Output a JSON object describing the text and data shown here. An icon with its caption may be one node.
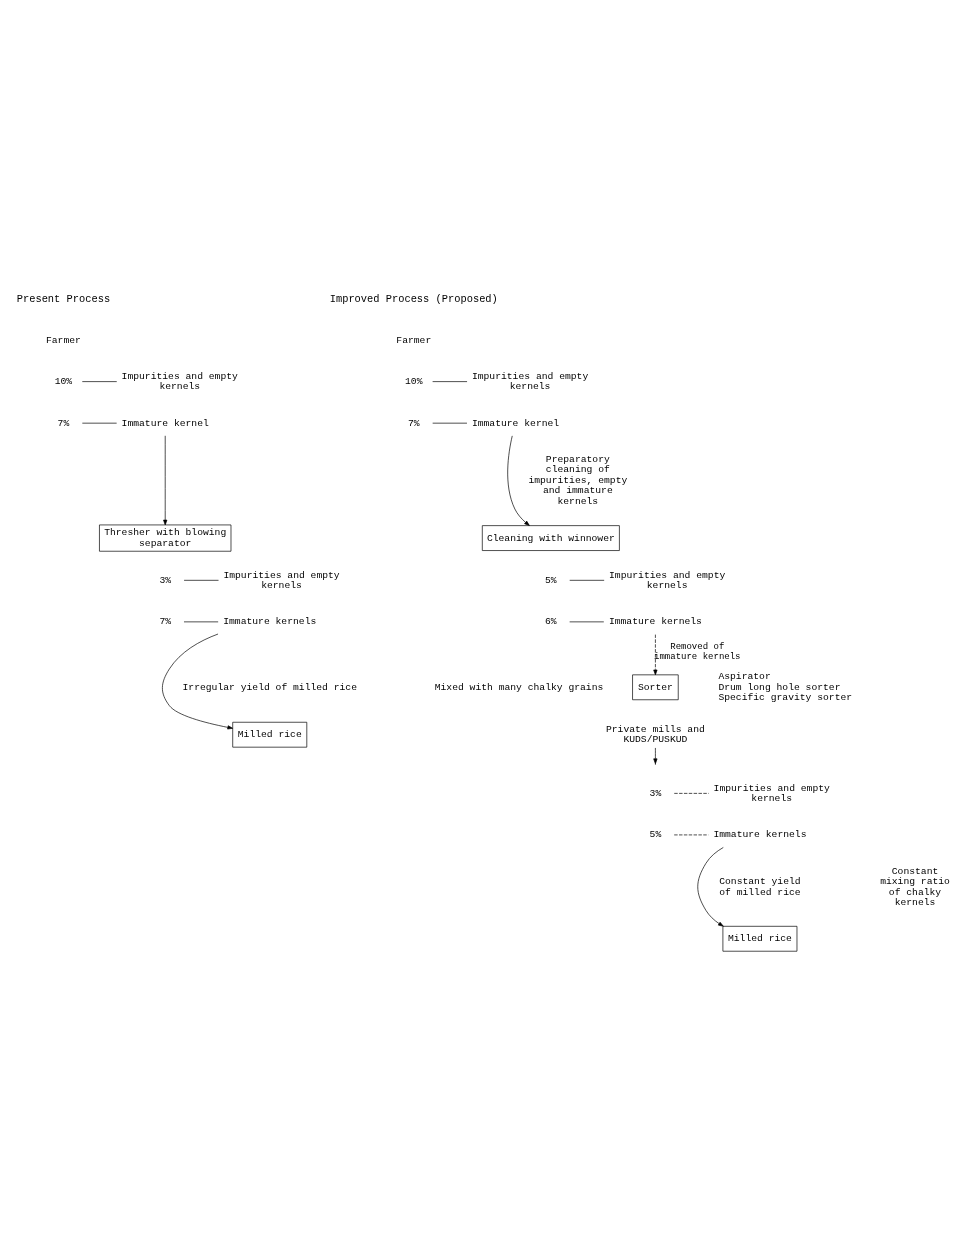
{
  "diagram": {
    "nodes": [
      {
        "text": [
          "10%"
        ]
      },
      {
        "text": [
          "Impurities and empty kernels"
        ]
      },
      {
        "text": [
          "7%"
        ]
      },
      {
        "text": [
          "Immature kernel"
        ]
      },
      {
        "text": [
          "Thresher with blowing separator"
        ]
      },
      {
        "text": [
          "3%"
        ]
      },
      {
        "text": [
          "Impurities and empty kernels"
        ]
      },
      {
        "text": [
          "7%"
        ]
      },
      {
        "text": [
          "Immature kernels"
        ]
      },
      {
        "text": [
          "Milled rice"
        ]
      },
      {
        "text": [
          "10%"
        ]
      },
      {
        "text": [
          "Impurities and empty kernels"
        ]
      },
      {
        "text": [
          "7%"
        ]
      },
      {
        "text": [
          "Immature kernel"
        ]
      },
      {
        "text": [
          "Cleaning with winnower"
        ]
      },
      {
        "text": [
          "5%"
        ]
      },
      {
        "text": [
          "Impurities and empty kernels"
        ]
      },
      {
        "text": [
          "6%"
        ]
      },
      {
        "text": [
          "Immature kernels"
        ]
      },
      {
        "text": [
          "Sorter"
        ],
        "beside": [
          "Aspirator",
          "Drum long hole sorter",
          "Specific gravity sorter"
        ]
      },
      {
        "text": [
          "Private mills and KUDS/PUSKUD"
        ]
      },
      {
        "text": [
          "3%"
        ]
      },
      {
        "text": [
          "Impurities and empty kernels"
        ]
      },
      {
        "text": [
          "5%"
        ]
      },
      {
        "text": [
          "Immature kernels"
        ]
      },
      {
        "text": [
          "Milled rice"
        ]
      }
    ],
    "edges": [
      {
        "from": 0,
        "to": 1,
        "arrow": "none"
      },
      {
        "from": 2,
        "to": 3,
        "arrow": "none"
      },
      {
        "from": 3,
        "to": 4,
        "arrow": "to"
      },
      {
        "from": 5,
        "to": 6,
        "arrow": "none"
      },
      {
        "from": 7,
        "to": 8,
        "arrow": "none"
      },
      {
        "from": 8,
        "to": 9,
        "arrow": "to"
      },
      {
        "from": 10,
        "to": 11,
        "arrow": "none"
      },
      {
        "from": 12,
        "to": 13,
        "arrow": "none"
      },
      {
        "from": 13,
        "to": 14,
        "arrow": "to"
      },
      {
        "from": 15,
        "to": 16,
        "arrow": "none"
      },
      {
        "from": 17,
        "to": 18,
        "arrow": "none"
      },
      {
        "from": 18,
        "to": 19,
        "label": "Removed of immature kernels",
        "arrow": "to",
        "style": "dashed"
      },
      {
        "from": 20,
        "to": null,
        "arrow": "to"
      },
      {
        "from": 21,
        "to": 22,
        "arrow": "none",
        "style": "dashed"
      },
      {
        "from": 23,
        "to": 24,
        "arrow": "none",
        "style": "dashed"
      },
      {
        "from": 24,
        "to": 25,
        "arrow": "to"
      }
    ],
    "labels": [
      "Present Process",
      "Improved Process (Proposed)",
      "Farmer",
      "Farmer",
      "Irregular yield of milled rice",
      "Mixed with many chalky grains",
      "Preparatory cleaning of impurities, empty and immature kernels",
      "Constant yield of milled rice",
      "Constant mixing ratio of chalky kernels"
    ]
  }
}
